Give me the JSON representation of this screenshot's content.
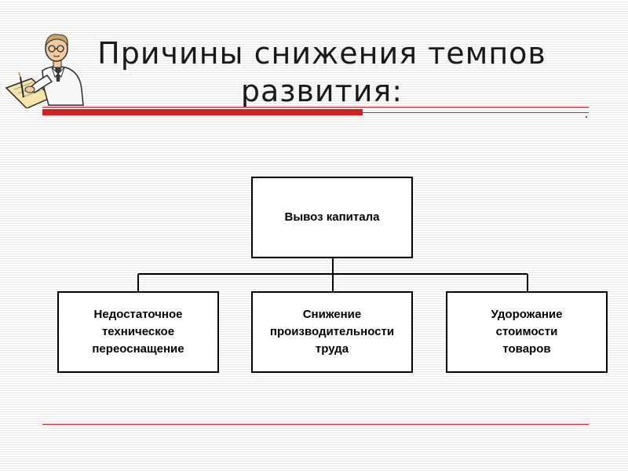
{
  "slide": {
    "title": "Причины снижения темпов\nразвития:"
  },
  "diagram": {
    "root": "Вывоз капитала",
    "children": [
      "Недостаточное\nтехническое\nпереоснащение",
      "Снижение\nпроизводительности\nтруда",
      "Удорожание\nстоимости\nтоваров"
    ]
  },
  "colors": {
    "accent_rule": "#d42020",
    "stripe": "#e7e7e7",
    "box_border": "#000000"
  },
  "icons": {
    "clipart": "writing-man-clipart"
  }
}
